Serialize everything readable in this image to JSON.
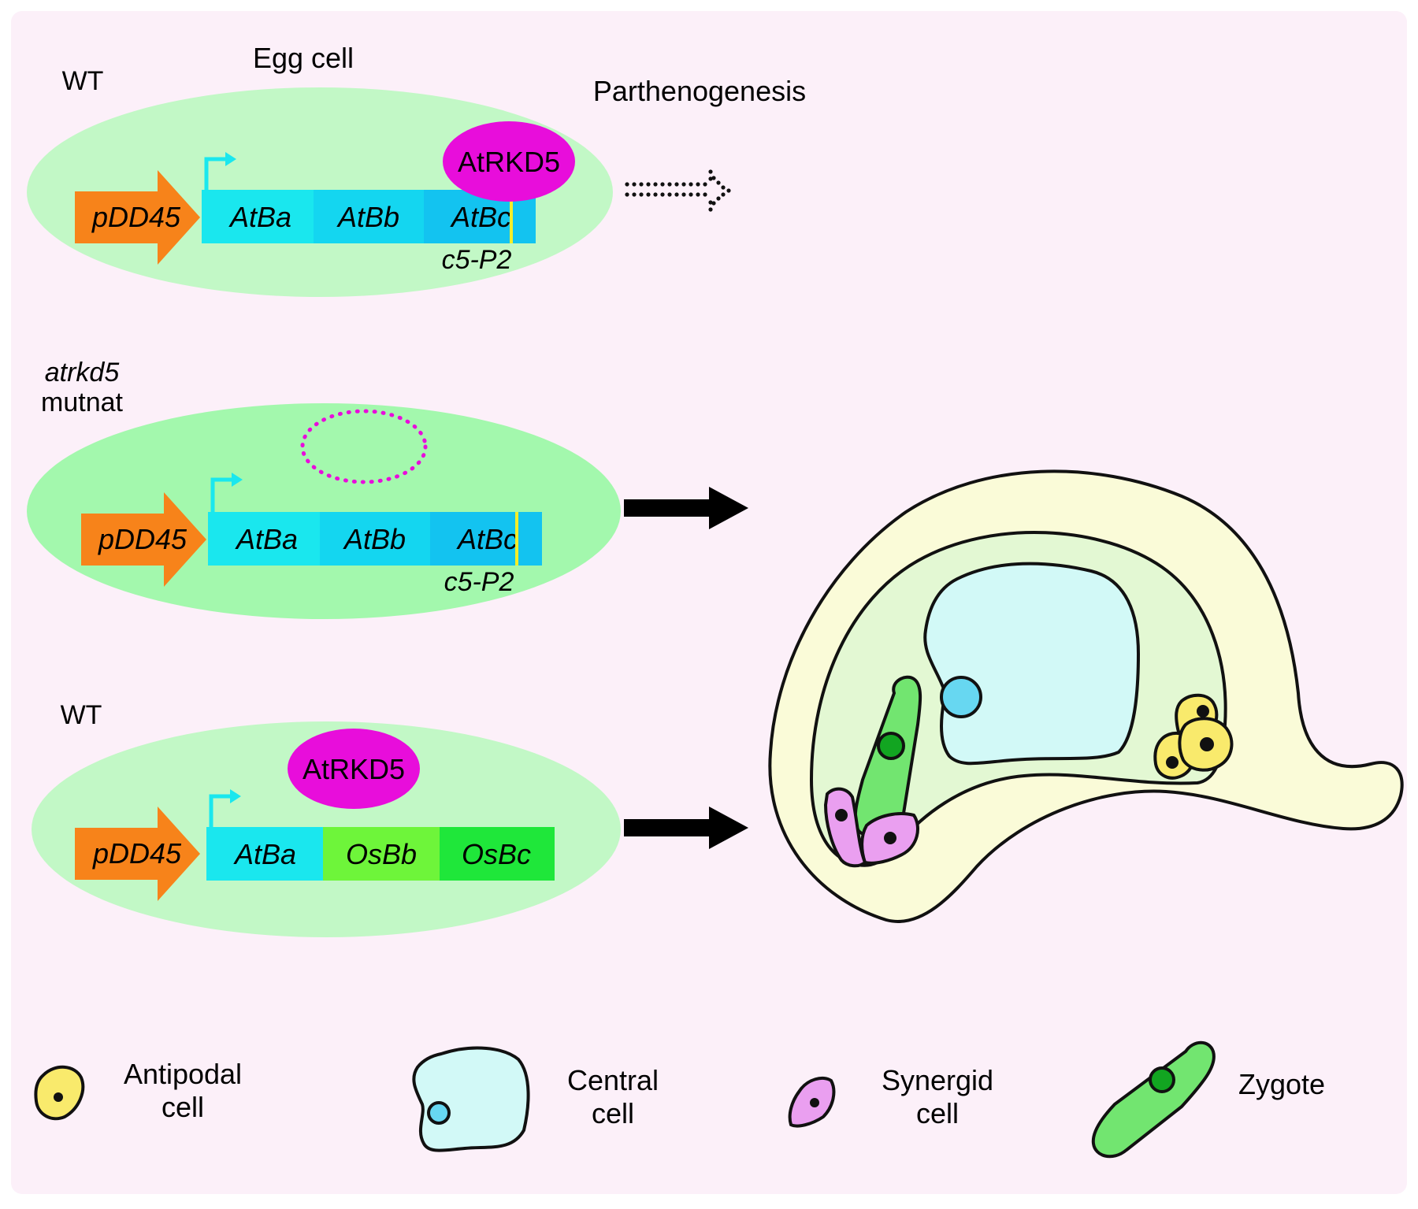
{
  "colors": {
    "background": "#fcf0f9",
    "egg_light": "#c2f8c6",
    "egg_mid": "#a3f8ad",
    "promoter": "#f7831a",
    "gene_a": "#1ae7ee",
    "gene_b": "#14d6f0",
    "gene_c": "#13c3f0",
    "gene_os_b": "#6ef53a",
    "gene_os_c": "#1fe73a",
    "protein": "#e80ddb",
    "marker": "#f3ee2a",
    "ovule": "#fafbd8",
    "sac": "#e3f8d3",
    "central": "#d2f9f7",
    "central_nucleus": "#67d7f1",
    "zygote": "#72e570",
    "zygote_nucleus": "#12a521",
    "synergid": "#ea9ff0",
    "antipodal": "#f9ea6c"
  },
  "panel1": {
    "label": "WT",
    "cell_label": "Egg cell",
    "outcome_label": "Parthenogenesis",
    "promoter": "pDD45",
    "genes": [
      "AtBa",
      "AtBb",
      "AtBc"
    ],
    "site_label": "c5-P2",
    "protein": "AtRKD5"
  },
  "panel2": {
    "label_line1": "atrkd5",
    "label_line2": "mutnat",
    "promoter": "pDD45",
    "genes": [
      "AtBa",
      "AtBb",
      "AtBc"
    ],
    "site_label": "c5-P2"
  },
  "panel3": {
    "label": "WT",
    "promoter": "pDD45",
    "genes": [
      "AtBa",
      "OsBb",
      "OsBc"
    ],
    "protein": "AtRKD5"
  },
  "legend": {
    "antipodal_line1": "Antipodal",
    "antipodal_line2": "cell",
    "central_line1": "Central",
    "central_line2": "cell",
    "synergid_line1": "Synergid",
    "synergid_line2": "cell",
    "zygote": "Zygote"
  }
}
